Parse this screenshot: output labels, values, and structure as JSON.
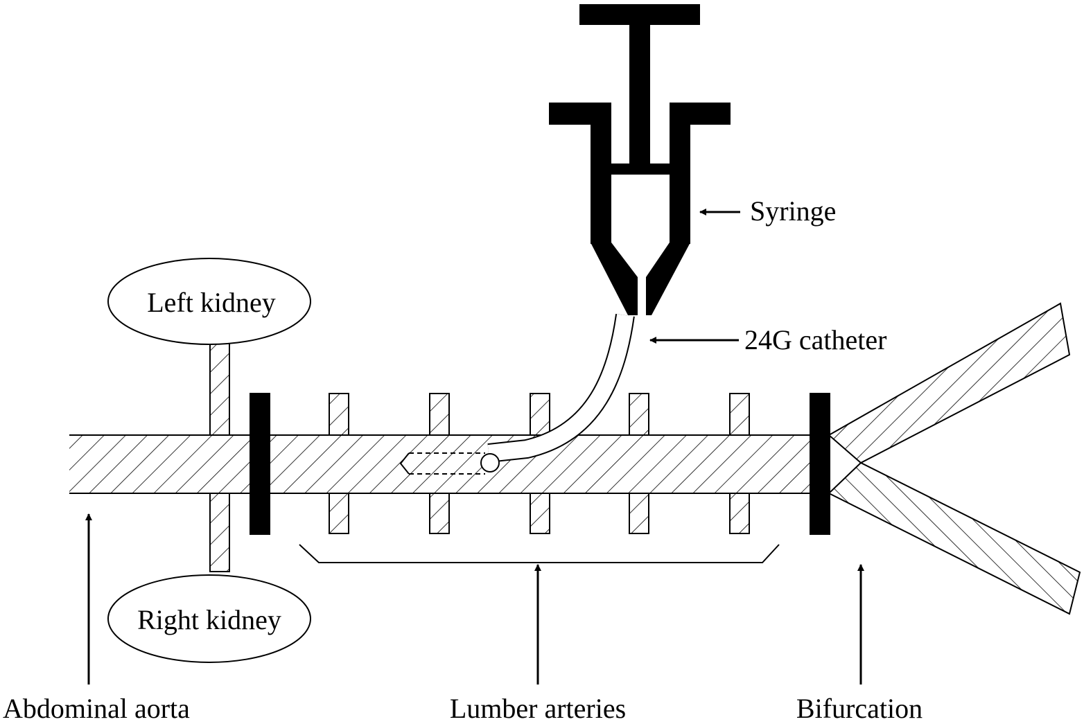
{
  "labels": {
    "left_kidney": "Left kidney",
    "right_kidney": "Right kidney",
    "syringe": "Syringe",
    "catheter": "24G catheter",
    "abdominal_aorta": "Abdominal aorta",
    "lumber_arteries": "Lumber arteries",
    "bifurcation": "Bifurcation"
  },
  "colors": {
    "ink": "#000000",
    "paper": "#ffffff"
  }
}
